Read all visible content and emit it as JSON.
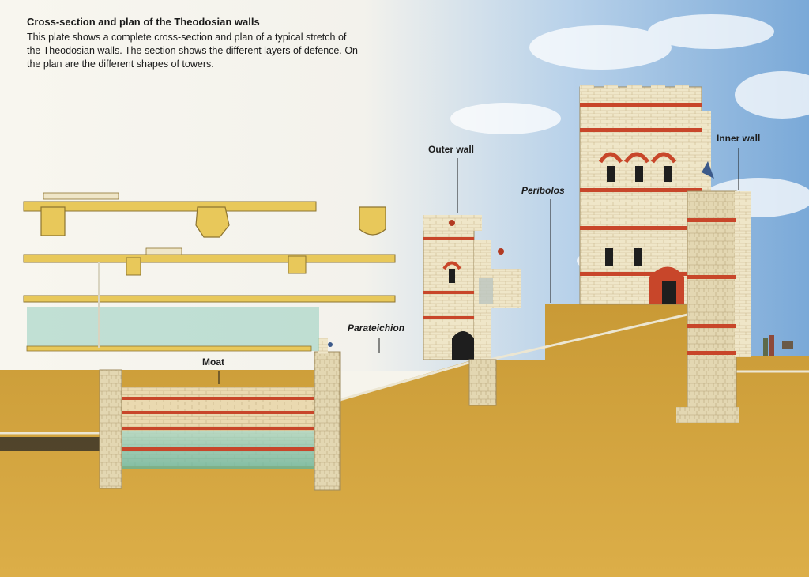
{
  "caption": {
    "title": "Cross-section and plan of the Theodosian walls",
    "body": "This plate shows a complete cross-section and plan of a typical stretch of the Theodosian walls. The section shows the different layers of defence. On the plan are the different shapes of towers."
  },
  "labels": {
    "moat": "Moat",
    "parateichion": "Parateichion",
    "outer_wall": "Outer wall",
    "peribolos": "Peribolos",
    "inner_wall": "Inner wall"
  },
  "colors": {
    "sky": "#8fb6dc",
    "ground": "#d3a640",
    "stone": "#efe6c8",
    "brick": "#c8462a",
    "water": "#7fc6b4",
    "plan_fill": "#e8c85a"
  }
}
